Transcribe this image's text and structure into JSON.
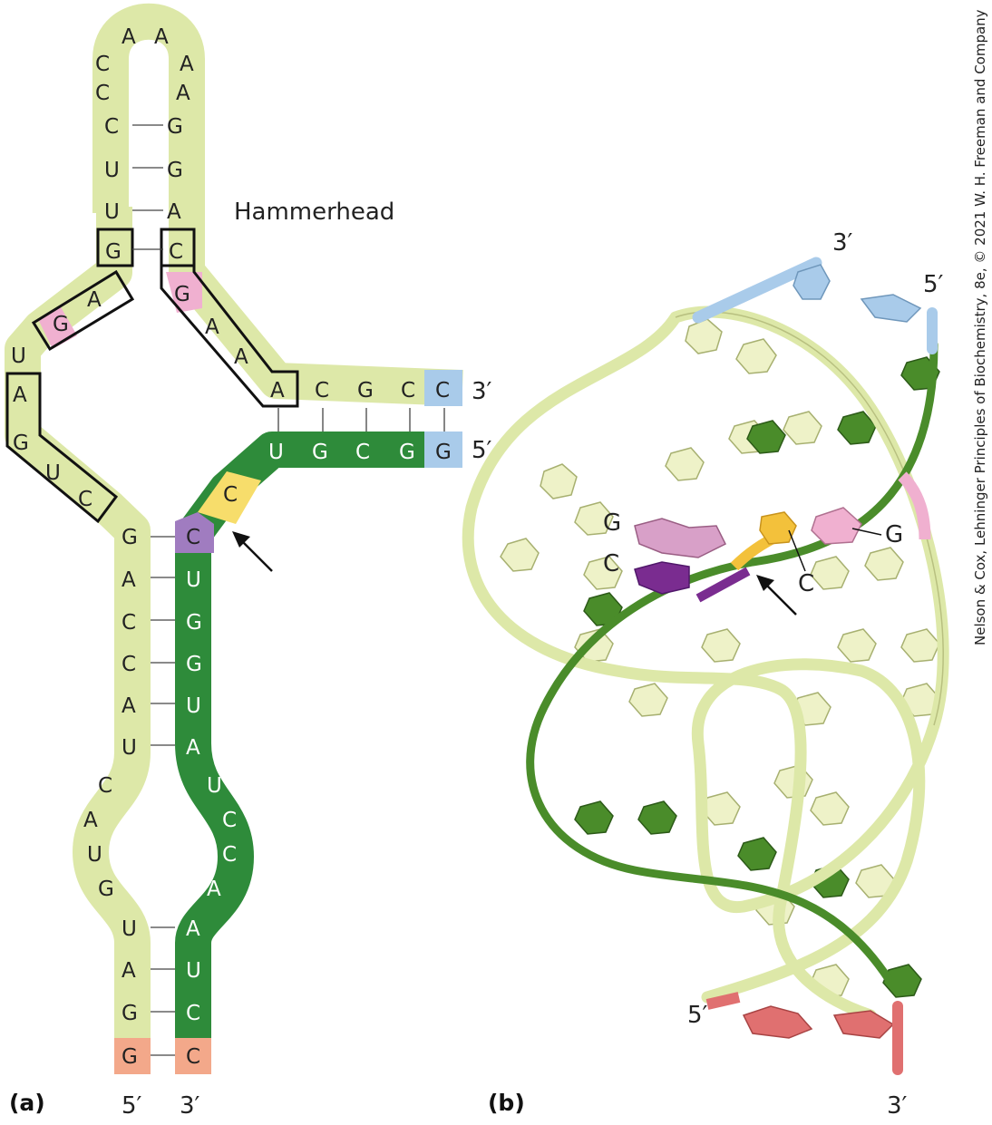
{
  "title": "Hammerhead",
  "panels": {
    "a": "(a)",
    "b": "(b)"
  },
  "credit": "Nelson & Cox, Lehninger Principles of Biochemistry, 8e, © 2021 W. H. Freeman and Company",
  "colors": {
    "light_strand": "#dde8a8",
    "dark_strand": "#2e8b3a",
    "substrate_ribbon": "#4a8c2a",
    "pink": "#f0b0d0",
    "purple": "#a07cc0",
    "yellow": "#f7dd6b",
    "blue": "#a9cbea",
    "salmon": "#f3a88a",
    "red": "#e07070"
  },
  "panel_a": {
    "stem_labels": {
      "left_5": "5′",
      "right_3": "3′",
      "top_3": "3′",
      "top_5": "5′"
    },
    "loop": [
      "A",
      "C",
      "C",
      "C",
      "U",
      "A",
      "A",
      "U",
      "A",
      "G",
      "G",
      "A"
    ],
    "stem1_left": [
      "G"
    ],
    "stem1_right": [
      "C"
    ],
    "left_arm": [
      "A",
      "G",
      "U",
      "A",
      "G",
      "U",
      "C"
    ],
    "right_arm": [
      "G",
      "A",
      "A",
      "A"
    ],
    "top_strand": [
      "C",
      "G",
      "C",
      "C"
    ],
    "substrate_top": [
      "U",
      "G",
      "C",
      "G"
    ],
    "cleavage_nts": [
      "C",
      "C"
    ],
    "left_lower": [
      "G",
      "A",
      "C",
      "C",
      "A",
      "U",
      "C",
      "A",
      "U",
      "G",
      "U",
      "A",
      "G",
      "G"
    ],
    "right_lower": [
      "U",
      "G",
      "G",
      "U",
      "A",
      "U",
      "C",
      "C",
      "A",
      "A",
      "U",
      "C",
      "C"
    ]
  },
  "panel_b": {
    "end_labels": {
      "top_3": "3′",
      "top_5": "5′",
      "bottom_5": "5′",
      "bottom_3": "3′"
    },
    "residue_labels": {
      "g_left": "G",
      "c_left": "C",
      "c_center": "C",
      "g_right": "G"
    }
  }
}
